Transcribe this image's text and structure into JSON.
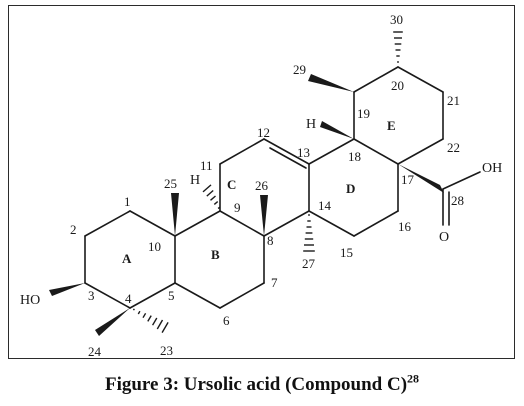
{
  "caption": {
    "text": "Figure 3: Ursolic acid (Compound C)",
    "superscript": "28"
  },
  "atoms": {
    "c1": "1",
    "c2": "2",
    "c3": "3",
    "c4": "4",
    "c5": "5",
    "c6": "6",
    "c7": "7",
    "c8": "8",
    "c9": "9",
    "c10": "10",
    "c11": "11",
    "c12": "12",
    "c13": "13",
    "c14": "14",
    "c15": "15",
    "c16": "16",
    "c17": "17",
    "c18": "18",
    "c19": "19",
    "c20": "20",
    "c21": "21",
    "c22": "22",
    "c23": "23",
    "c24": "24",
    "c25": "25",
    "c26": "26",
    "c27": "27",
    "c28": "28",
    "c29": "29",
    "c30": "30"
  },
  "groups": {
    "hydroxyl": "HO",
    "acid_oh": "OH",
    "carbonyl_o": "O",
    "h9": "H",
    "h18": "H"
  },
  "rings": {
    "a": "A",
    "b": "B",
    "c": "C",
    "d": "D",
    "e": "E"
  }
}
